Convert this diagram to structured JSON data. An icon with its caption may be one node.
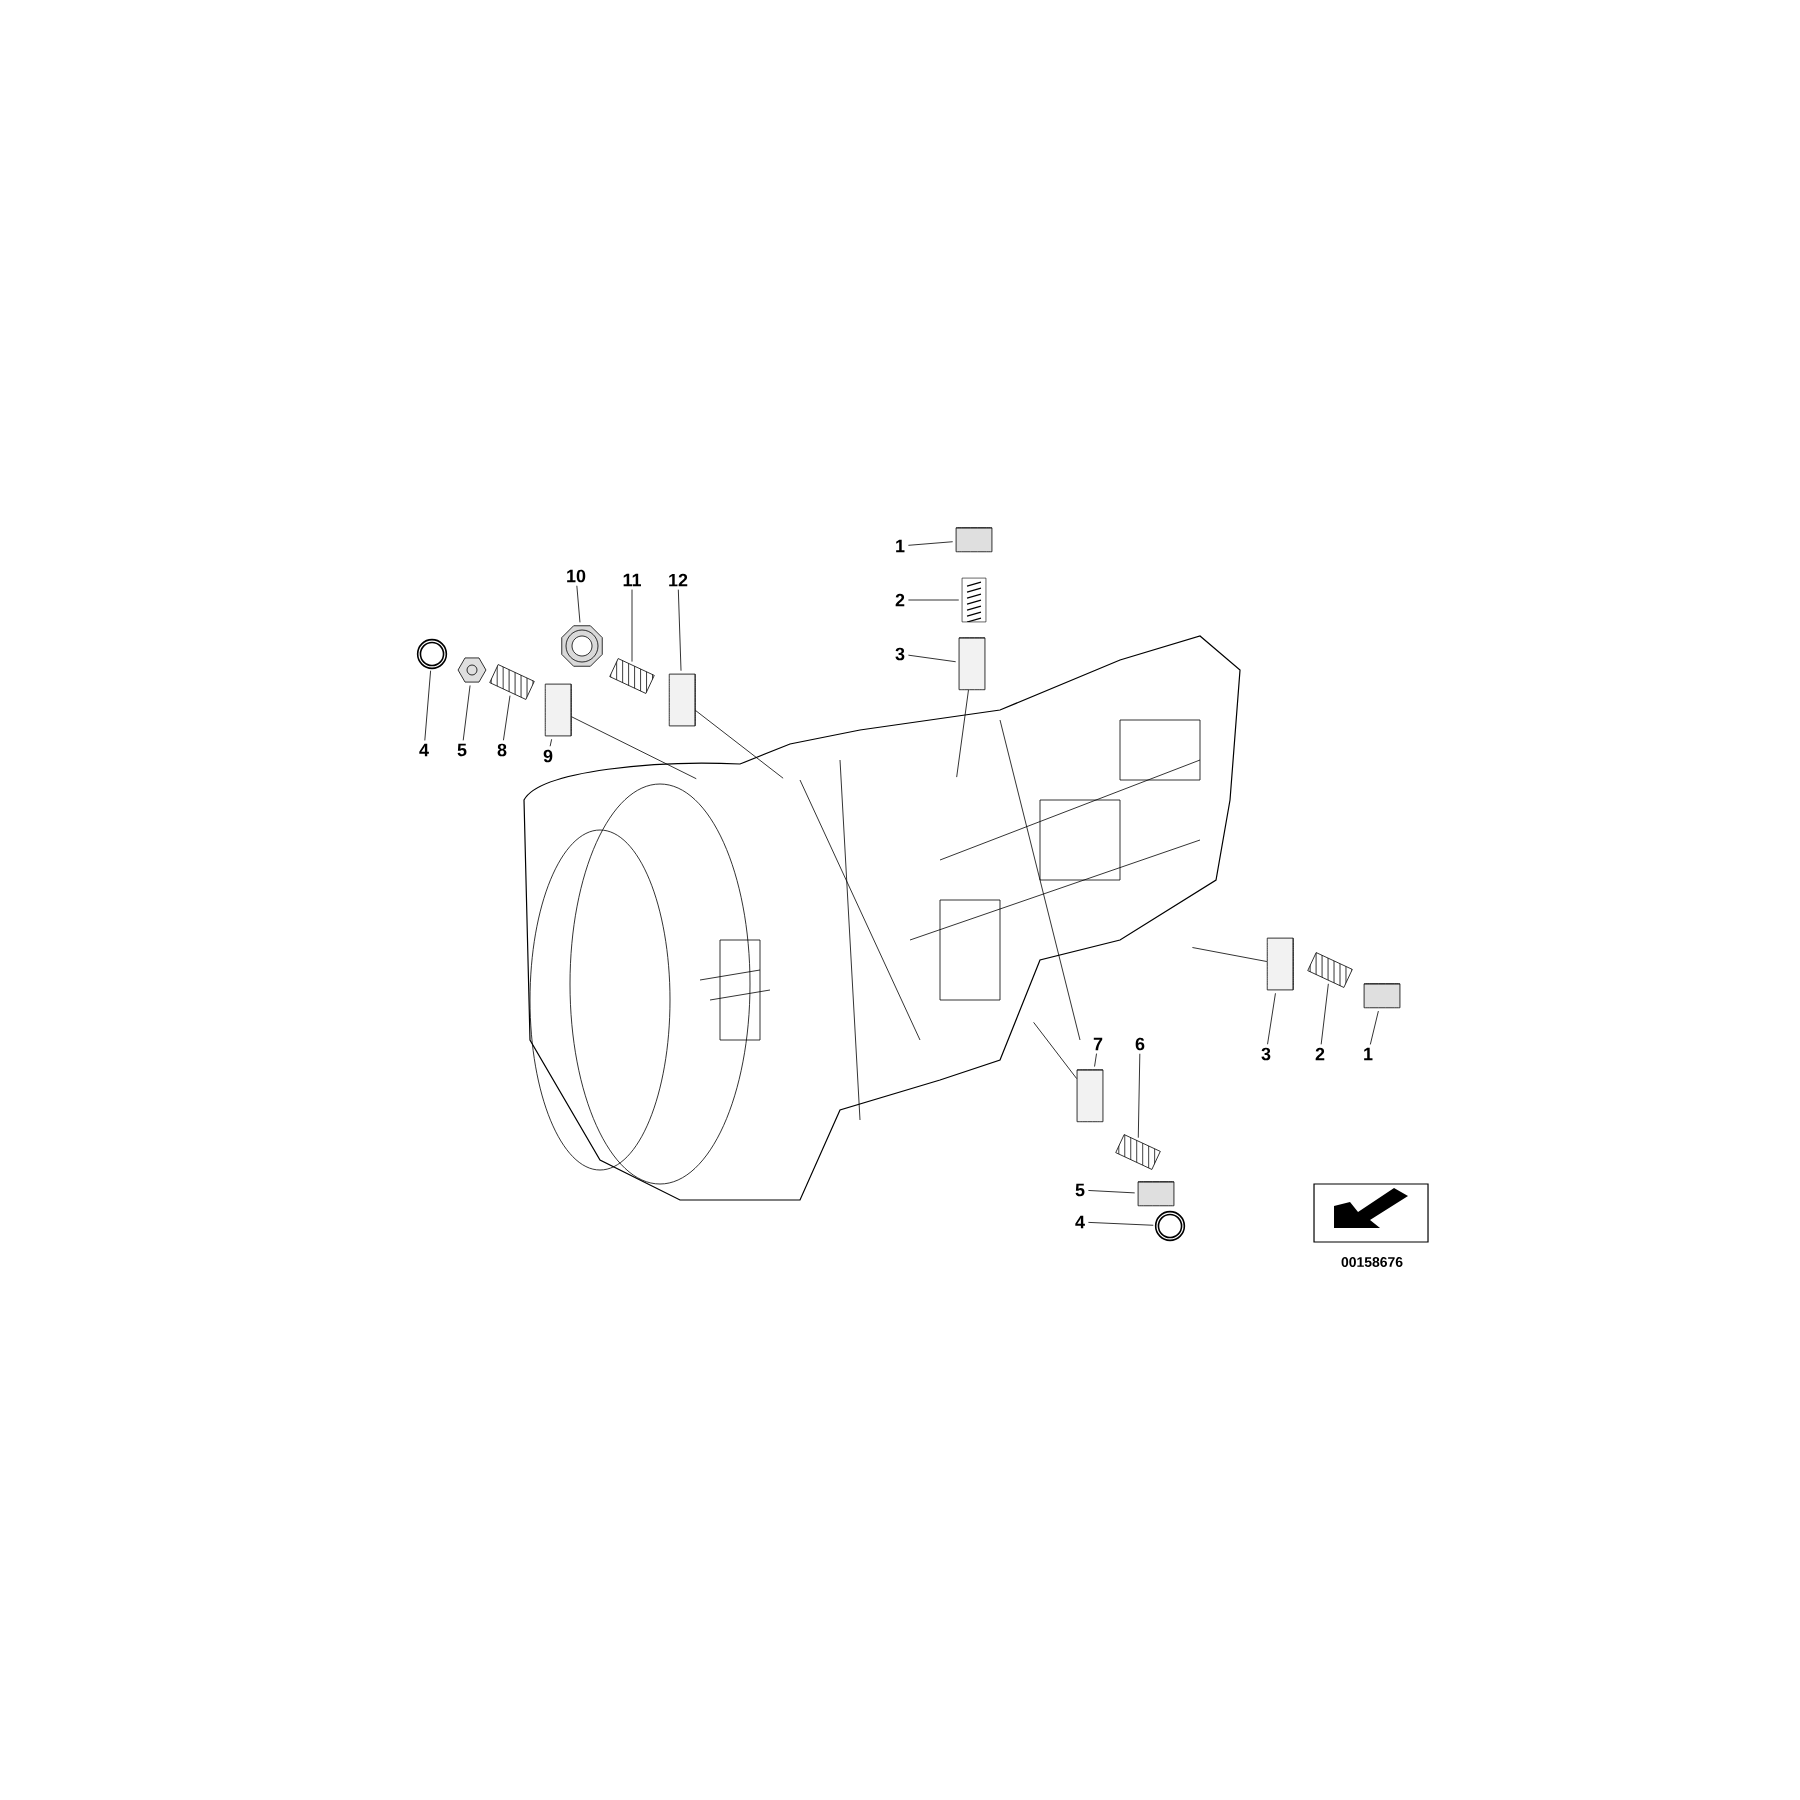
{
  "diagram": {
    "nodes": [
      {
        "text": [
          "4"
        ]
      },
      {
        "text": [
          "5"
        ]
      },
      {
        "text": [
          "8"
        ]
      },
      {
        "text": [
          "9"
        ]
      },
      {
        "text": [
          "10"
        ]
      },
      {
        "text": [
          "11"
        ]
      },
      {
        "text": [
          "12"
        ]
      },
      {
        "text": [
          "1"
        ]
      },
      {
        "text": [
          "2"
        ]
      },
      {
        "text": [
          "3"
        ]
      },
      {
        "text": [
          "3"
        ]
      },
      {
        "text": [
          "2"
        ]
      },
      {
        "text": [
          "1"
        ]
      },
      {
        "text": [
          "7"
        ]
      },
      {
        "text": [
          "6"
        ]
      },
      {
        "text": [
          "5"
        ]
      },
      {
        "text": [
          "4"
        ]
      },
      {
        "text": [],
        "shape": "circle"
      },
      {
        "text": [],
        "shape": "picture"
      },
      {
        "text": [],
        "shape": "picture"
      },
      {
        "text": [],
        "shape": "cylinder"
      },
      {
        "text": [],
        "shape": "picture"
      },
      {
        "text": [],
        "shape": "picture"
      },
      {
        "text": [],
        "shape": "cylinder"
      },
      {
        "text": [],
        "shape": "cylinder"
      },
      {
        "text": [],
        "shape": "picture"
      },
      {
        "text": [],
        "shape": "cylinder"
      },
      {
        "text": [],
        "shape": "cylinder"
      },
      {
        "text": [],
        "shape": "picture"
      },
      {
        "text": [],
        "shape": "cylinder"
      },
      {
        "text": [],
        "shape": "cylinder"
      },
      {
        "text": [],
        "shape": "picture"
      },
      {
        "text": [],
        "shape": "cylinder"
      },
      {
        "text": [],
        "shape": "circle"
      },
      {
        "text": [],
        "shape": "picture"
      }
    ],
    "edges": [
      {
        "from": 0,
        "to": 17,
        "arrow": "none"
      },
      {
        "from": 1,
        "to": 18,
        "arrow": "none"
      },
      {
        "from": 2,
        "to": 19,
        "arrow": "none"
      },
      {
        "from": 3,
        "to": 20,
        "arrow": "none"
      },
      {
        "from": 4,
        "to": 21,
        "arrow": "none"
      },
      {
        "from": 5,
        "to": 22,
        "arrow": "none"
      },
      {
        "from": 6,
        "to": 23,
        "arrow": "none"
      },
      {
        "from": 7,
        "to": 24,
        "arrow": "none"
      },
      {
        "from": 8,
        "to": 25,
        "arrow": "none"
      },
      {
        "from": 9,
        "to": 26,
        "arrow": "none"
      },
      {
        "from": 10,
        "to": 27,
        "arrow": "none"
      },
      {
        "from": 11,
        "to": 28,
        "arrow": "none"
      },
      {
        "from": 12,
        "to": 29,
        "arrow": "none"
      },
      {
        "from": 13,
        "to": 30,
        "arrow": "none"
      },
      {
        "from": 14,
        "to": 31,
        "arrow": "none"
      },
      {
        "from": 15,
        "to": 32,
        "arrow": "none"
      },
      {
        "from": 16,
        "to": 33,
        "arrow": "none"
      },
      {
        "from": 20,
        "to": 34,
        "arrow": "none"
      },
      {
        "from": 23,
        "to": 34,
        "arrow": "none"
      },
      {
        "from": 26,
        "to": 34,
        "arrow": "none"
      },
      {
        "from": 27,
        "to": 34,
        "arrow": "none"
      },
      {
        "from": 30,
        "to": 34,
        "arrow": "none"
      }
    ],
    "labels": [
      "00158676"
    ]
  }
}
